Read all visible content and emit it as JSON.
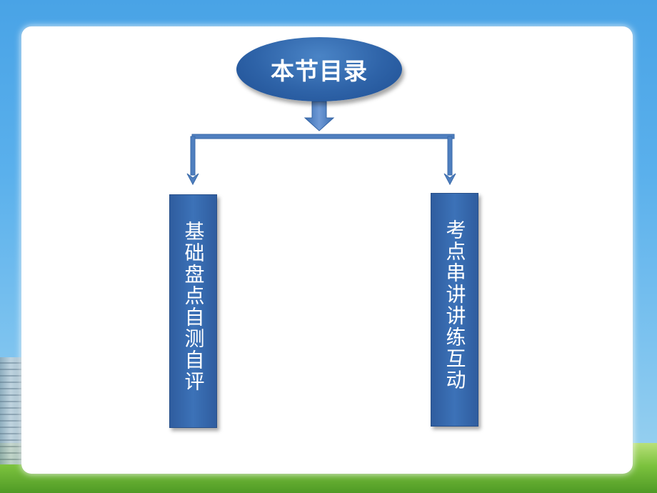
{
  "diagram": {
    "root": {
      "label": "本节目录"
    },
    "children": [
      {
        "label": "基础盘点自测自评"
      },
      {
        "label": "考点串讲讲练互动"
      }
    ]
  },
  "colors": {
    "node_fill": "#2e63a8",
    "connector": "#4f7fbf",
    "card": "#ffffff",
    "sky": "#49a3e6",
    "grass": "#7cc23e"
  }
}
